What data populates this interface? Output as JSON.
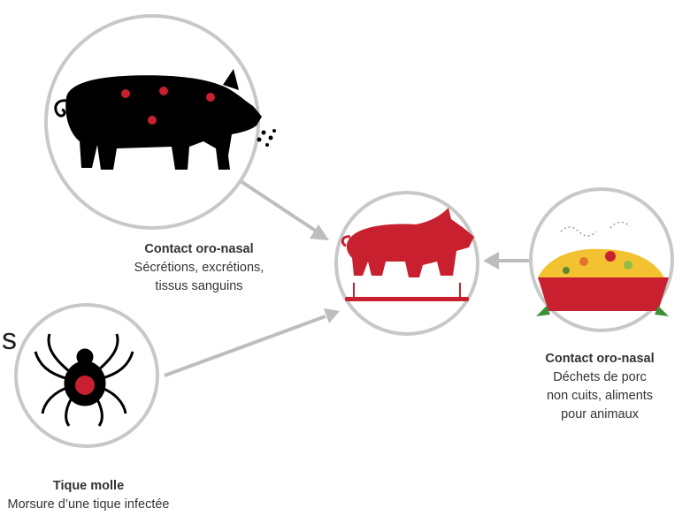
{
  "colors": {
    "circle_stroke": "#c8c8c8",
    "arrow": "#bdbdbd",
    "pig_red": "#c8202e",
    "silhouette": "#000000"
  },
  "icons": {
    "source1": "pig-silhouette-icon",
    "target": "red-pig-icon",
    "source2": "feed-trough-icon",
    "source3": "tick-icon"
  },
  "sources": [
    {
      "id": "pig",
      "title": "Contact oro-nasal",
      "lines": [
        "Sécrétions, excrétions,",
        "tissus sanguins"
      ]
    },
    {
      "id": "food",
      "title": "Contact oro-nasal",
      "lines": [
        "Déchets de porc",
        "non cuits, aliments",
        "pour animaux"
      ]
    },
    {
      "id": "tick",
      "title": "Tique molle",
      "lines": [
        "Morsure d’une tique infectée"
      ]
    }
  ],
  "stray_glyph": "s"
}
